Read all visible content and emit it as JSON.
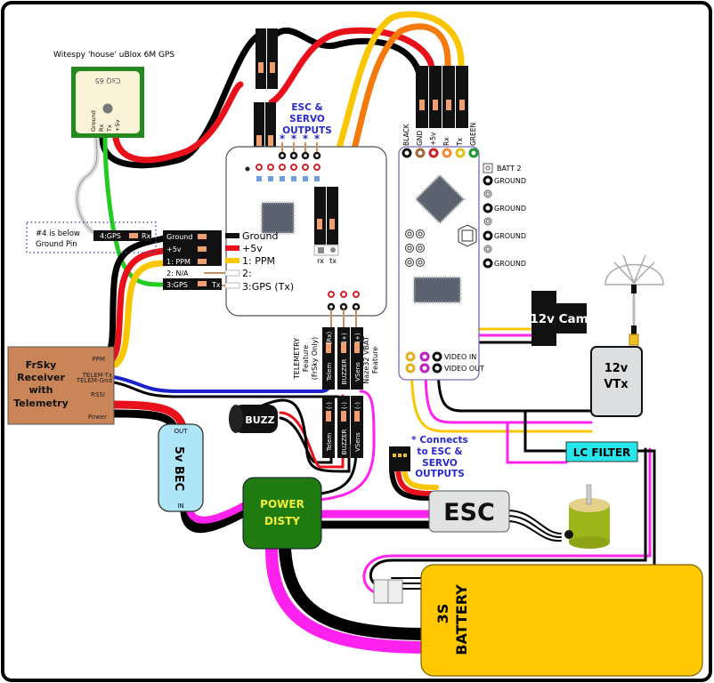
{
  "gps": {
    "title": "Witespy 'house' uBlox 6M GPS",
    "chip_text": "CsQ 65",
    "pins": [
      "Ground",
      "Rx",
      "Tx",
      "+5v"
    ]
  },
  "note_pin4": {
    "line1": "#4 is below",
    "line2": "Ground Pin"
  },
  "gps_connector": {
    "label": "4:GPS",
    "pin": "Rx"
  },
  "rc_header": {
    "rows": [
      {
        "left": "Ground",
        "right": "Ground"
      },
      {
        "left": "+5v",
        "right": "+5v"
      },
      {
        "left": "1: PPM",
        "right": "1: PPM"
      },
      {
        "left": "2: N/A",
        "right": "2:"
      },
      {
        "left": "3:GPS",
        "pin": "Tx",
        "right": "3:GPS (Tx)"
      }
    ]
  },
  "esc_outputs": {
    "line1": "ESC &",
    "line2": "SERVO",
    "line3": "OUTPUTS",
    "marker": "*"
  },
  "uart": {
    "rx": "rx",
    "tx": "tx"
  },
  "osd_board": {
    "top_pins": [
      "BLACK",
      "GND",
      "+5v",
      "Rx",
      "Tx",
      "GREEN"
    ],
    "right_pins": [
      "BATT 2",
      "GROUND",
      "GROUND",
      "GROUND",
      "GROUND"
    ],
    "video_in": "VIDEO IN",
    "video_out": "VIDEO OUT"
  },
  "receiver": {
    "name_lines": [
      "FrSky",
      "Receiver",
      "with",
      "Telemetry"
    ],
    "pins": [
      "PPM",
      "TELEM-Tx",
      "TELEM-Gnd",
      "RSSI",
      "Power"
    ]
  },
  "features": {
    "telemetry": {
      "line1": "TELEMETRY",
      "line2": "Feature",
      "line3": "(FrSky Only)"
    },
    "vbat": {
      "line1": "Naze32 VBAT",
      "line2": "Feature"
    },
    "top_connectors": [
      {
        "name": "Telem",
        "pin": "(Rx)"
      },
      {
        "name": "BUZZER",
        "pin": "(+)"
      },
      {
        "name": "VSens",
        "pin": "(+)"
      }
    ],
    "bottom_connectors": [
      {
        "name": "Telem",
        "pin": "(-)"
      },
      {
        "name": "BUZZER",
        "pin": "(-)"
      },
      {
        "name": "VSens",
        "pin": "(-)"
      }
    ]
  },
  "buzzer": {
    "label": "BUZZ"
  },
  "bec": {
    "title": "5v BEC",
    "out": "OUT",
    "in": "IN"
  },
  "pdb": {
    "line1": "POWER",
    "line2": "DISTY"
  },
  "esc_note": {
    "line1": "* Connects",
    "line2": "to ESC &",
    "line3": "SERVO",
    "line4": "OUTPUTS"
  },
  "esc": {
    "label": "ESC"
  },
  "camera": {
    "label": "12v Cam"
  },
  "vtx": {
    "line1": "12v",
    "line2": "VTx"
  },
  "lc_filter": {
    "label": "LC FILTER"
  },
  "battery": {
    "line1": "3S",
    "line2": "BATTERY"
  },
  "colors": {
    "red": "#e8101a",
    "black": "#000000",
    "yellow": "#f9c600",
    "orange": "#f47a0c",
    "green": "#22cc22",
    "magenta": "#ff22ee",
    "blue": "#1a22cc",
    "battery": "#ffc800",
    "pdb": "#1f7a10",
    "bec": "#aee6f7",
    "receiver": "#c98458",
    "lc_filter": "#26e6ec",
    "text_blue": "#2a2ac8"
  }
}
